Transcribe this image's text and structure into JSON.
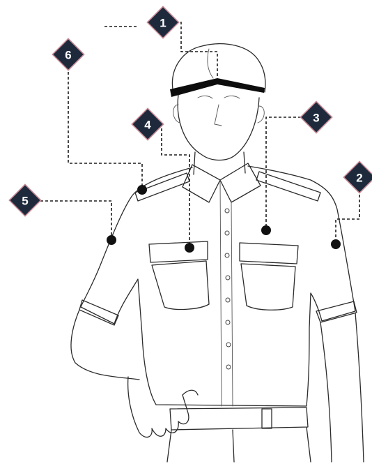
{
  "colors": {
    "badge_fill": "#1e2a3c",
    "badge_border": "#c98a96",
    "line": "#2b2b2b",
    "visor": "#0d0d0d"
  },
  "markers": [
    {
      "id": "1",
      "label": "1",
      "part": "cap-band"
    },
    {
      "id": "2",
      "label": "2",
      "part": "right-sleeve-patch"
    },
    {
      "id": "3",
      "label": "3",
      "part": "chest-pocket-badge"
    },
    {
      "id": "4",
      "label": "4",
      "part": "left-chest-pocket"
    },
    {
      "id": "5",
      "label": "5",
      "part": "left-sleeve-patch"
    },
    {
      "id": "6",
      "label": "6",
      "part": "shoulder-epaulette"
    }
  ]
}
